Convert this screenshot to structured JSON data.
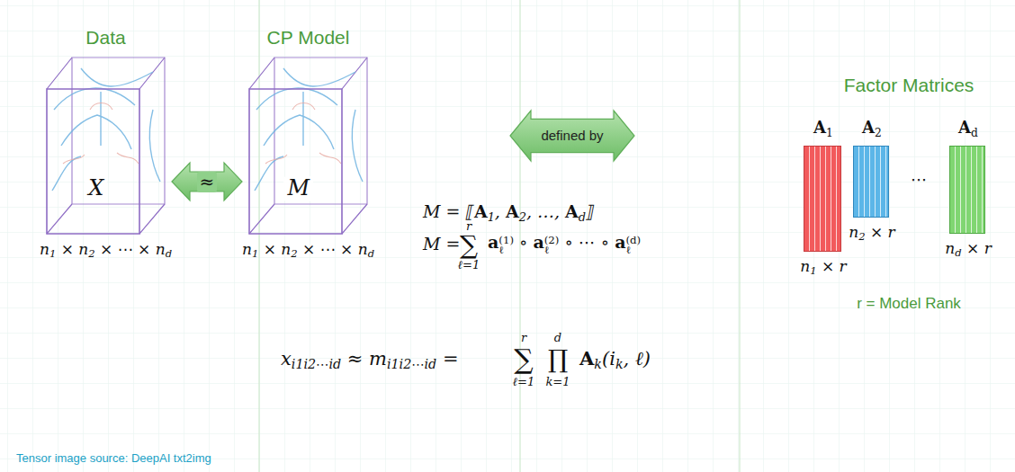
{
  "diagram": {
    "nodes": [
      {
        "text": [
          "Data",
          "X",
          "n1 × n2 × ⋯ × nd"
        ]
      },
      {
        "text": [
          "CP Model",
          "M",
          "n1 × n2 × ⋯ × nd"
        ]
      },
      {
        "text": [
          "defined by"
        ]
      },
      {
        "text": [
          "A1",
          "n1 × r"
        ]
      },
      {
        "text": [
          "A2",
          "n2 × r"
        ]
      },
      {
        "text": [
          "Ad",
          "nd × r"
        ]
      }
    ],
    "edges": [
      {
        "from": 0,
        "to": 1,
        "arrow": "both",
        "label": "≈"
      }
    ],
    "labels": [
      "Factor Matrices",
      "M = ⟦A1, A2, …, Ad⟧",
      "M =",
      "r",
      "∑",
      "ℓ=1",
      "a(1)ℓ ∘ a(2)ℓ ∘ ⋯ ∘ a(d)ℓ",
      "⋯",
      "r = Model Rank",
      "xi1i2⋯id ≈ mi1i2⋯id =",
      "r",
      "∑",
      "ℓ=1",
      "d",
      "∏",
      "k=1",
      "Ak(ik, ℓ)",
      "Tensor image source: DeepAI txt2img"
    ]
  }
}
